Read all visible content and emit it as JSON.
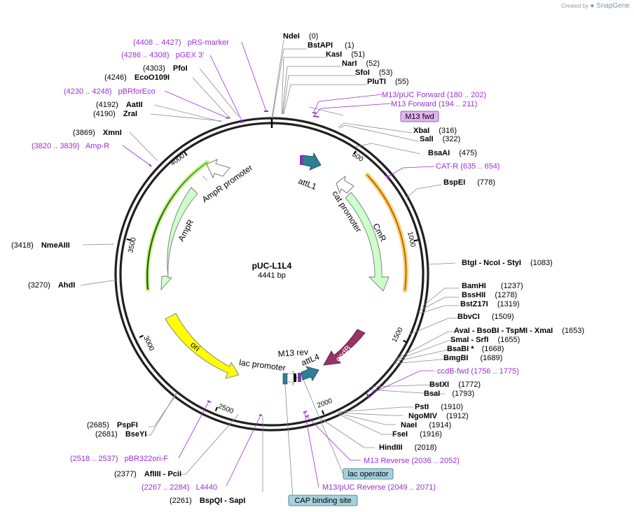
{
  "branding": {
    "prefix": "Created by",
    "product": "SnapGene"
  },
  "plasmid": {
    "name": "pUC-L1L4",
    "length": 4441,
    "length_label": "4441 bp"
  },
  "colors": {
    "site": "#000000",
    "primer": "#9b30d9",
    "leader": "#8a8a8a",
    "amp": "#ccffcc",
    "ori": "#ffff00",
    "attl": "#2f7f94",
    "ccdb": "#993366",
    "promoter": "#ffffff",
    "lacop": "#a6d1dc",
    "m13fwd_box": "#e0b4f0"
  },
  "tick_labels": [
    "500",
    "1000",
    "1500",
    "2000",
    "2500",
    "3000",
    "3500",
    "4000"
  ],
  "sites": [
    {
      "bp": "(0)",
      "name": "NdeI",
      "pos": 0
    },
    {
      "bp": "(1)",
      "name": "BstAPI",
      "pos": 1
    },
    {
      "bp": "(51)",
      "name": "KasI",
      "pos": 51
    },
    {
      "bp": "(52)",
      "name": "NarI",
      "pos": 52
    },
    {
      "bp": "(53)",
      "name": "SfoI",
      "pos": 53
    },
    {
      "bp": "(55)",
      "name": "PluTI",
      "pos": 55
    },
    {
      "bp": "(316)",
      "name": "XbaI",
      "pos": 316
    },
    {
      "bp": "(322)",
      "name": "SalI",
      "pos": 322
    },
    {
      "bp": "(475)",
      "name": "BsaAI",
      "pos": 475
    },
    {
      "bp": "(778)",
      "name": "BspEI",
      "pos": 778
    },
    {
      "bp": "(1083)",
      "name": "BtgI - NcoI - StyI",
      "pos": 1083
    },
    {
      "bp": "(1237)",
      "name": "BamHI",
      "pos": 1237
    },
    {
      "bp": "(1278)",
      "name": "BssHII",
      "pos": 1278
    },
    {
      "bp": "(1319)",
      "name": "BstZ17I",
      "pos": 1319
    },
    {
      "bp": "(1509)",
      "name": "BbvCI",
      "pos": 1509
    },
    {
      "bp": "(1653)",
      "name": "AvaI - BsoBI - TspMI - XmaI",
      "pos": 1653
    },
    {
      "bp": "(1655)",
      "name": "SmaI - SrfI",
      "pos": 1655
    },
    {
      "bp": "(1668)",
      "name": "BsaBI *",
      "pos": 1668
    },
    {
      "bp": "(1689)",
      "name": "BmgBI",
      "pos": 1689
    },
    {
      "bp": "(1772)",
      "name": "BstXI",
      "pos": 1772
    },
    {
      "bp": "(1793)",
      "name": "BsaI",
      "pos": 1793
    },
    {
      "bp": "(1910)",
      "name": "PstI",
      "pos": 1910
    },
    {
      "bp": "(1912)",
      "name": "NgoMIV",
      "pos": 1912
    },
    {
      "bp": "(1914)",
      "name": "NaeI",
      "pos": 1914
    },
    {
      "bp": "(1916)",
      "name": "FseI",
      "pos": 1916
    },
    {
      "bp": "(2018)",
      "name": "HindIII",
      "pos": 2018
    },
    {
      "bp": "(2261)",
      "name": "BspQI - SapI",
      "pos": 2261
    },
    {
      "bp": "(2377)",
      "name": "AflIII - PciI",
      "pos": 2377
    },
    {
      "bp": "(2681)",
      "name": "BseYI",
      "pos": 2681
    },
    {
      "bp": "(2685)",
      "name": "PspFI",
      "pos": 2685
    },
    {
      "bp": "(3270)",
      "name": "AhdI",
      "pos": 3270
    },
    {
      "bp": "(3418)",
      "name": "NmeAIII",
      "pos": 3418
    },
    {
      "bp": "(3869)",
      "name": "XmnI",
      "pos": 3869
    },
    {
      "bp": "(4190)",
      "name": "ZraI",
      "pos": 4190
    },
    {
      "bp": "(4192)",
      "name": "AatII",
      "pos": 4192
    },
    {
      "bp": "(4246)",
      "name": "EcoO109I",
      "pos": 4246
    },
    {
      "bp": "(4303)",
      "name": "PfoI",
      "pos": 4303
    }
  ],
  "primers": [
    {
      "text": "M13/pUC Forward    (180 .. 202)",
      "start": 180,
      "end": 202
    },
    {
      "text": "M13 Forward    (194 .. 211)",
      "start": 194,
      "end": 211
    },
    {
      "text": "CAT-R    (635 .. 654)",
      "start": 635,
      "end": 654
    },
    {
      "text": "ccdB-fwd    (1756 .. 1775)",
      "start": 1756,
      "end": 1775
    },
    {
      "text": "M13 Reverse    (2036 .. 2052)",
      "start": 2036,
      "end": 2052
    },
    {
      "text": "M13/pUC Reverse    (2049 .. 2071)",
      "start": 2049,
      "end": 2071
    },
    {
      "text": "L4440",
      "range": "(2267 .. 2284)",
      "start": 2267,
      "end": 2284
    },
    {
      "text": "pBR322ori-F",
      "range": "(2518 .. 2537)",
      "start": 2518,
      "end": 2537
    },
    {
      "text": "Amp-R",
      "range": "(3820 .. 3839)",
      "start": 3820,
      "end": 3839
    },
    {
      "text": "pBRforEco",
      "range": "(4230 .. 4248)",
      "start": 4230,
      "end": 4248
    },
    {
      "text": "pGEX 3'",
      "range": "(4286 .. 4308)",
      "start": 4286,
      "end": 4308
    },
    {
      "text": "pRS-marker",
      "range": "(4408 .. 4427)",
      "start": 4408,
      "end": 4427
    }
  ],
  "boxed_features": {
    "m13_fwd": "M13 fwd",
    "lac_operator": "lac operator",
    "cap_site": "CAP binding site"
  },
  "features": {
    "attL1": "attL1",
    "cat_promoter": "cat promoter",
    "cmr": "CmR",
    "ccdb": "ccdB",
    "m13_rev": "M13 rev",
    "attL4": "attL4",
    "lac_promoter": "lac promoter",
    "ori": "ori",
    "ampr": "AmpR",
    "ampr_promoter": "AmpR promoter"
  }
}
